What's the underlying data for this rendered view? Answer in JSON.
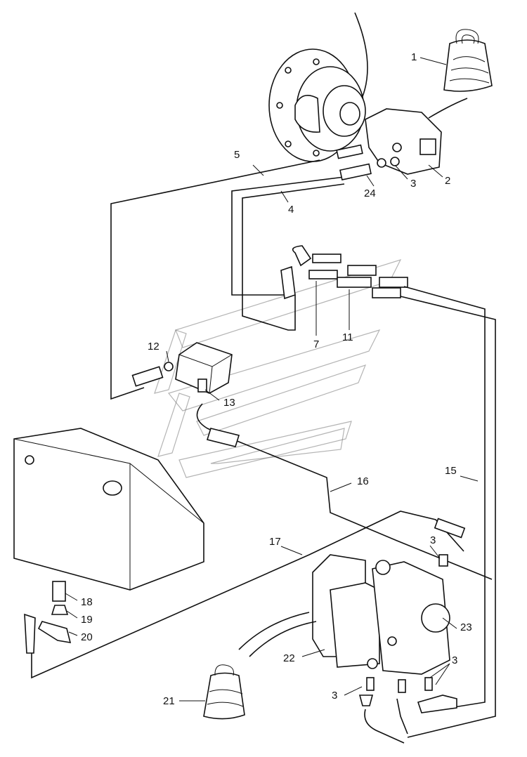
{
  "diagram": {
    "callouts": {
      "c1": "1",
      "c2": "2",
      "c3a": "3",
      "c3b": "3",
      "c3c": "3",
      "c3d": "3",
      "c4": "4",
      "c5": "5",
      "c7": "7",
      "c11": "11",
      "c12": "12",
      "c13": "13",
      "c15": "15",
      "c16": "16",
      "c17": "17",
      "c18": "18",
      "c19": "19",
      "c20": "20",
      "c21": "21",
      "c22": "22",
      "c23": "23",
      "c24": "24"
    }
  }
}
